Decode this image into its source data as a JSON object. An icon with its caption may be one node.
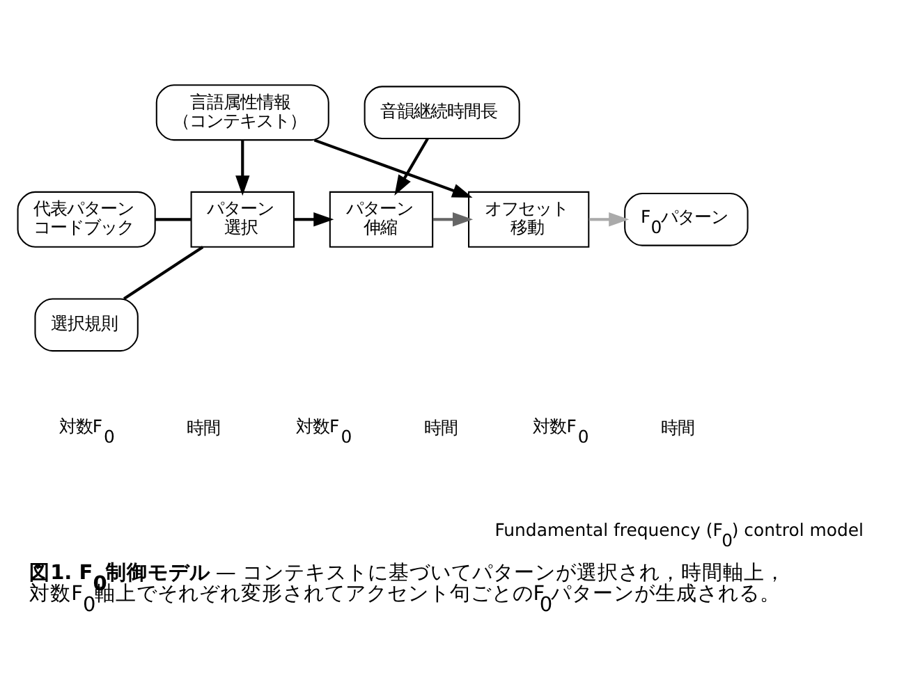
{
  "diagram": {
    "caption": "**図1. F$_{0}$制御モデル** — コンテキストに基づいてパターンが選択され，時間軸上，対数F$_{0}$軸上でそれぞれ変形されてアクセント句ごとのF$_{0}$パターンが生成される。",
    "nodes": [
      {
        "text": [
          "言語属性情報（コンテキスト）"
        ]
      },
      {
        "text": [
          "音韻継続時間長"
        ]
      },
      {
        "text": [
          "代表パターンコードブック"
        ]
      },
      {
        "text": [
          "選択規則"
        ]
      },
      {
        "text": [
          "パターン選択"
        ]
      },
      {
        "text": [
          "パターン伸縮"
        ]
      },
      {
        "text": [
          "オフセット移動"
        ]
      },
      {
        "text": [
          "F$_{0}$パターン"
        ]
      }
    ],
    "edges": [
      {
        "from": 0,
        "to": 4,
        "arrow": "to"
      },
      {
        "from": 0,
        "to": 6,
        "arrow": "to"
      },
      {
        "from": 1,
        "to": 5,
        "arrow": "to"
      },
      {
        "from": 2,
        "to": 4,
        "arrow": "none"
      },
      {
        "from": 3,
        "to": 4,
        "arrow": "none"
      },
      {
        "from": 4,
        "to": 5,
        "arrow": "to"
      },
      {
        "from": 5,
        "to": 6,
        "arrow": "to",
        "color": "#666666"
      },
      {
        "from": 6,
        "to": 7,
        "arrow": "to",
        "color": "#aaaaaa"
      }
    ],
    "labels": [
      "対数F$_{0}$",
      "時間",
      "対数F$_{0}$",
      "時間",
      "対数F$_{0}$",
      "時間",
      "Fundamental frequency (F$_{0}$) control model"
    ]
  }
}
